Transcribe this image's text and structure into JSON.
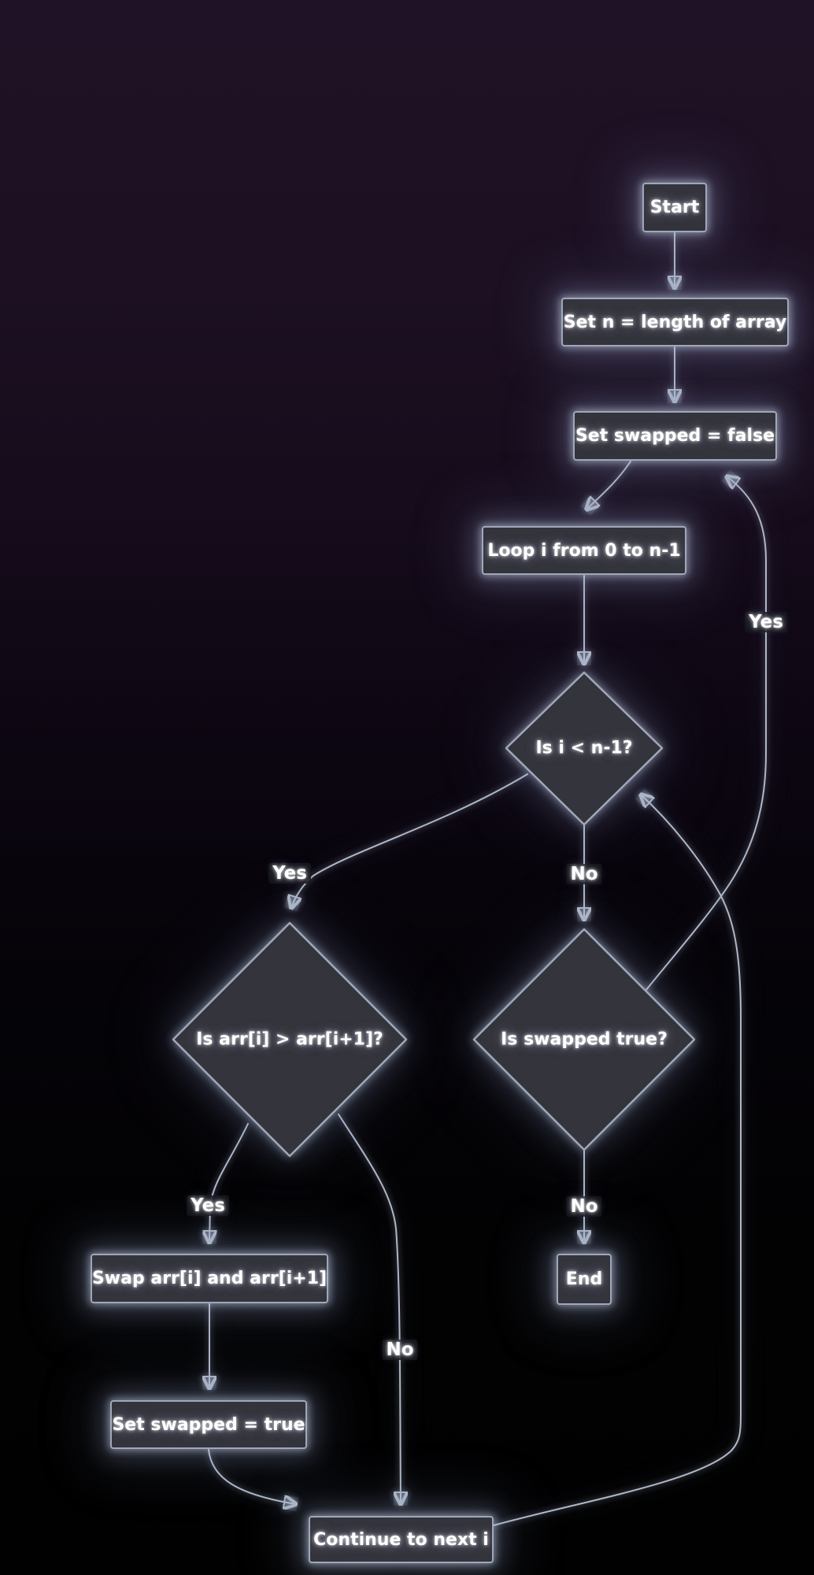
{
  "nodes": {
    "start": {
      "label": "Start"
    },
    "set_n": {
      "label": "Set n = length of array"
    },
    "set_swapped_false": {
      "label": "Set swapped = false"
    },
    "loop": {
      "label": "Loop i from 0 to n-1"
    },
    "is_i_lt_n1": {
      "label": "Is i < n-1?"
    },
    "is_arr_gt": {
      "label": "Is arr[i] > arr[i+1]?"
    },
    "is_swapped_true": {
      "label": "Is swapped true?"
    },
    "swap": {
      "label": "Swap arr[i] and arr[i+1]"
    },
    "set_swapped_true": {
      "label": "Set swapped = true"
    },
    "end": {
      "label": "End"
    },
    "continue": {
      "label": "Continue to next i"
    }
  },
  "edge_labels": {
    "yes_swapped_loop": "Yes",
    "no_i_check": "No",
    "yes_compare": "Yes",
    "yes_swap": "Yes",
    "no_continue": "No",
    "no_end": "No"
  },
  "colors": {
    "background_top": "#201226",
    "background_bottom": "#010101",
    "node_fill": "#34343c",
    "node_border": "#a0a8b8",
    "edge_stroke": "#aeb8c8",
    "text": "#ffffff"
  }
}
